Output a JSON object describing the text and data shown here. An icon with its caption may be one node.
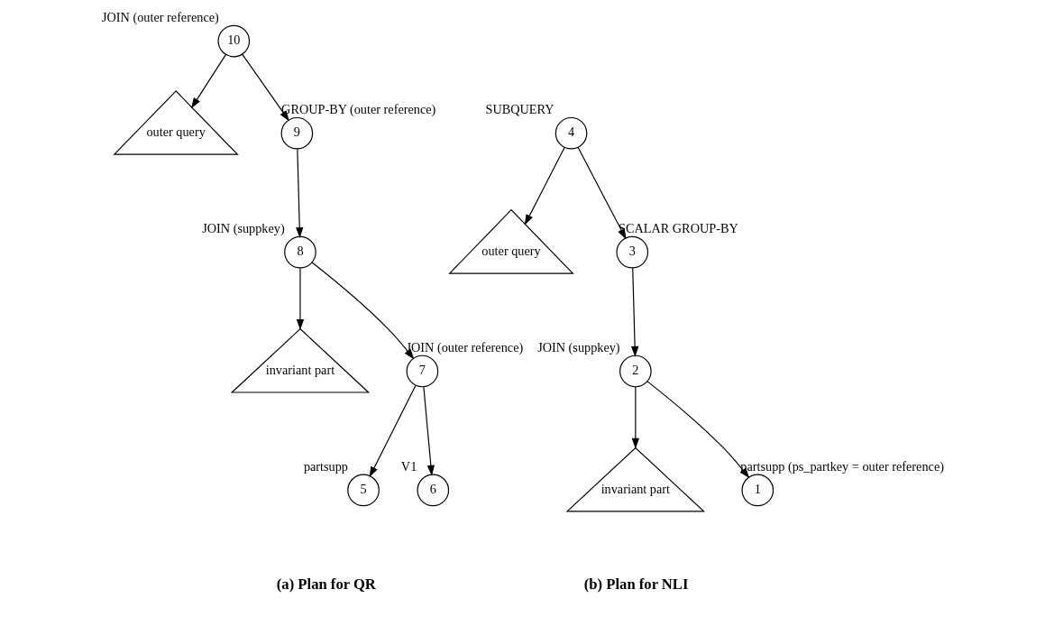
{
  "diagram": {
    "nodes": [
      {
        "text": [
          "10"
        ],
        "beside": [
          "JOIN (outer reference)"
        ]
      },
      {
        "text": [
          "outer query"
        ]
      },
      {
        "text": [
          "9"
        ],
        "beside": [
          "GROUP-BY (outer reference)"
        ]
      },
      {
        "text": [
          "8"
        ],
        "beside": [
          "JOIN (suppkey)"
        ]
      },
      {
        "text": [
          "invariant part"
        ]
      },
      {
        "text": [
          "7"
        ],
        "beside": [
          "JOIN (outer reference)"
        ]
      },
      {
        "text": [
          "5"
        ],
        "beside": [
          "partsupp"
        ]
      },
      {
        "text": [
          "6"
        ],
        "beside": [
          "V1"
        ]
      },
      {
        "text": [
          "4"
        ],
        "beside": [
          "SUBQUERY"
        ]
      },
      {
        "text": [
          "outer query"
        ]
      },
      {
        "text": [
          "3"
        ],
        "beside": [
          "SCALAR GROUP-BY"
        ]
      },
      {
        "text": [
          "2"
        ],
        "beside": [
          "JOIN (suppkey)"
        ]
      },
      {
        "text": [
          "invariant part"
        ]
      },
      {
        "text": [
          "1"
        ],
        "beside": [
          "partsupp (ps_partkey = outer reference)"
        ]
      }
    ],
    "edges": [
      {
        "from": 0,
        "to": 1,
        "arrow": "to"
      },
      {
        "from": 0,
        "to": 2,
        "arrow": "to"
      },
      {
        "from": 2,
        "to": 3,
        "arrow": "to"
      },
      {
        "from": 3,
        "to": 4,
        "arrow": "to"
      },
      {
        "from": 3,
        "to": 5,
        "arrow": "to"
      },
      {
        "from": 5,
        "to": 6,
        "arrow": "to"
      },
      {
        "from": 5,
        "to": 7,
        "arrow": "to"
      },
      {
        "from": 8,
        "to": 9,
        "arrow": "to"
      },
      {
        "from": 8,
        "to": 10,
        "arrow": "to"
      },
      {
        "from": 10,
        "to": 11,
        "arrow": "to"
      },
      {
        "from": 11,
        "to": 12,
        "arrow": "to"
      },
      {
        "from": 11,
        "to": 13,
        "arrow": "to"
      }
    ],
    "labels": [
      "(a) Plan for QR",
      "(b) Plan for NLI"
    ]
  }
}
